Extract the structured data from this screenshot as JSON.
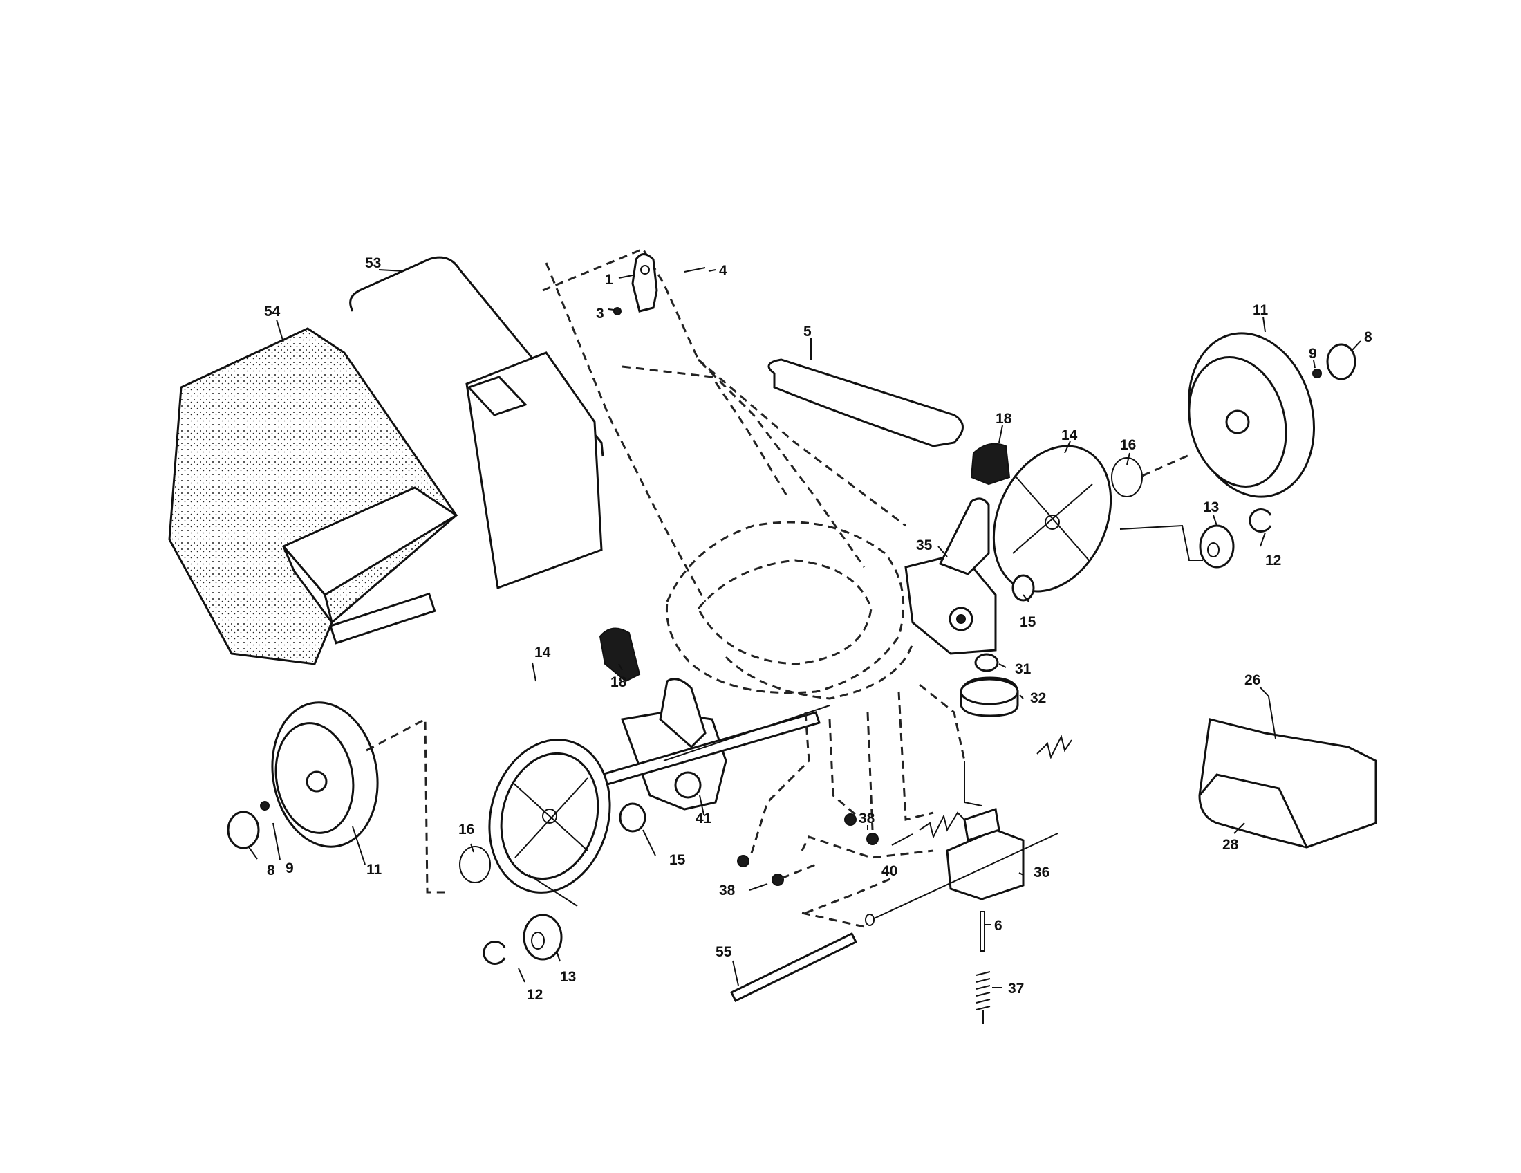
{
  "colors": {
    "background": "#ffffff",
    "line": "#111111"
  },
  "callouts": {
    "c1": "1",
    "c3": "3",
    "c4": "4",
    "c5": "5",
    "c53": "53",
    "c54": "54",
    "c11r": "11",
    "c9r": "9",
    "c8r": "8",
    "c18r": "18",
    "c14r": "14",
    "c16r": "16",
    "c13r": "13",
    "c12r": "12",
    "c35": "35",
    "c15r": "15",
    "c31": "31",
    "c32": "32",
    "c26": "26",
    "c28": "28",
    "c18l": "18",
    "c14l": "14",
    "c41": "41",
    "c15l": "15",
    "c38a": "38",
    "c38b": "38",
    "c40": "40",
    "c36": "36",
    "c6": "6",
    "c37": "37",
    "c55": "55",
    "c16l": "16",
    "c9l": "9",
    "c8l": "8",
    "c11l": "11",
    "c13l": "13",
    "c12l": "12"
  }
}
